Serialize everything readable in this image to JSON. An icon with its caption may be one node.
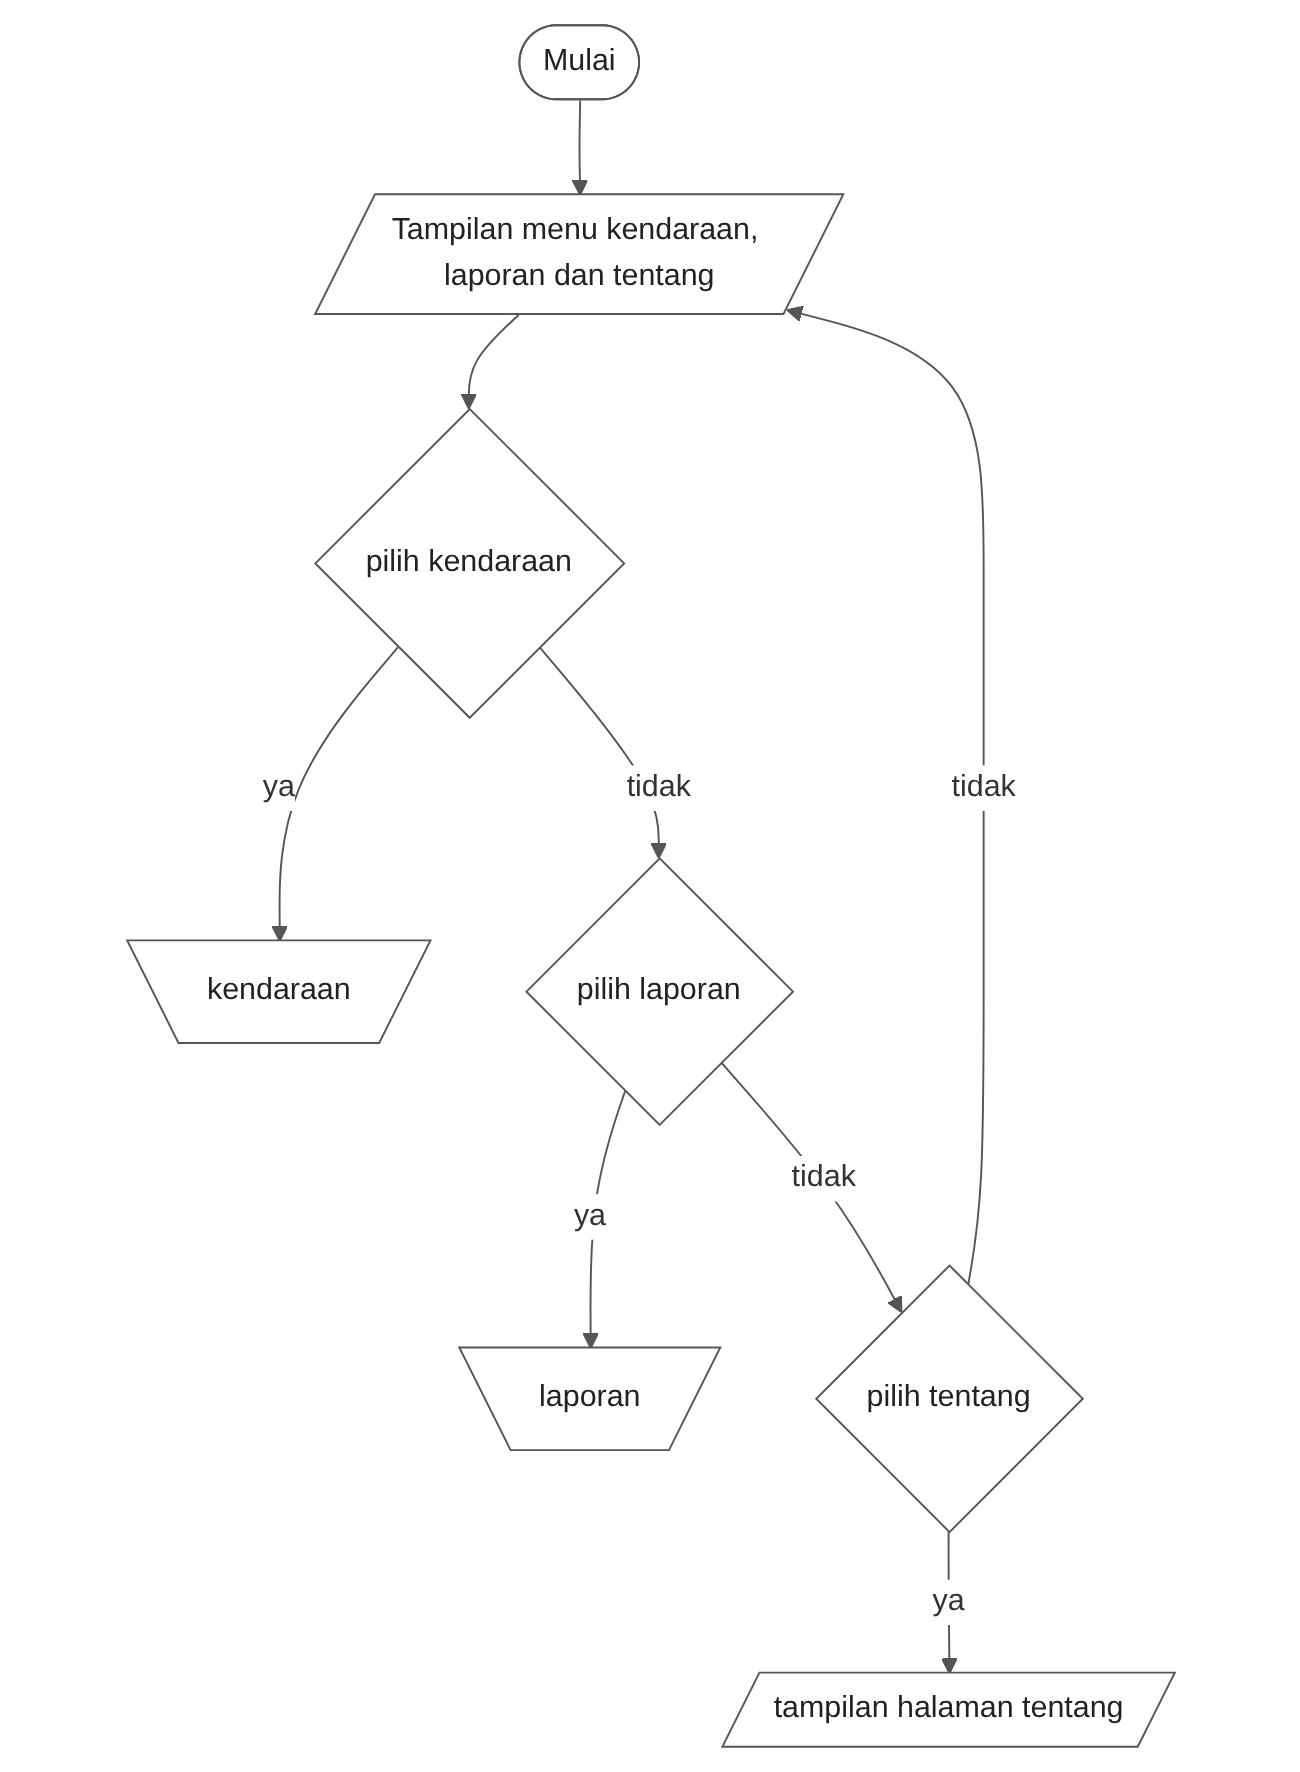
{
  "diagram": {
    "nodes": [
      {
        "text": [
          "Mulai"
        ]
      },
      {
        "text": [
          "Tampilan menu kendaraan, laporan dan tentang"
        ]
      },
      {
        "text": [
          "pilih kendaraan"
        ]
      },
      {
        "text": [
          "kendaraan"
        ]
      },
      {
        "text": [
          "pilih laporan"
        ]
      },
      {
        "text": [
          "laporan"
        ]
      },
      {
        "text": [
          "pilih tentang"
        ]
      },
      {
        "text": [
          "tampilan halaman tentang"
        ]
      }
    ],
    "edges": [
      {
        "from": 0,
        "to": 1,
        "arrow": "to"
      },
      {
        "from": 1,
        "to": 2,
        "arrow": "to"
      },
      {
        "from": 2,
        "to": 3,
        "arrow": "to",
        "label": "ya"
      },
      {
        "from": 2,
        "to": 4,
        "arrow": "to",
        "label": "tidak"
      },
      {
        "from": 4,
        "to": 5,
        "arrow": "to",
        "label": "ya"
      },
      {
        "from": 4,
        "to": 6,
        "arrow": "to",
        "label": "tidak"
      },
      {
        "from": 6,
        "to": 7,
        "arrow": "to",
        "label": "ya"
      },
      {
        "from": 6,
        "to": 1,
        "arrow": "to",
        "label": "tidak"
      }
    ]
  }
}
